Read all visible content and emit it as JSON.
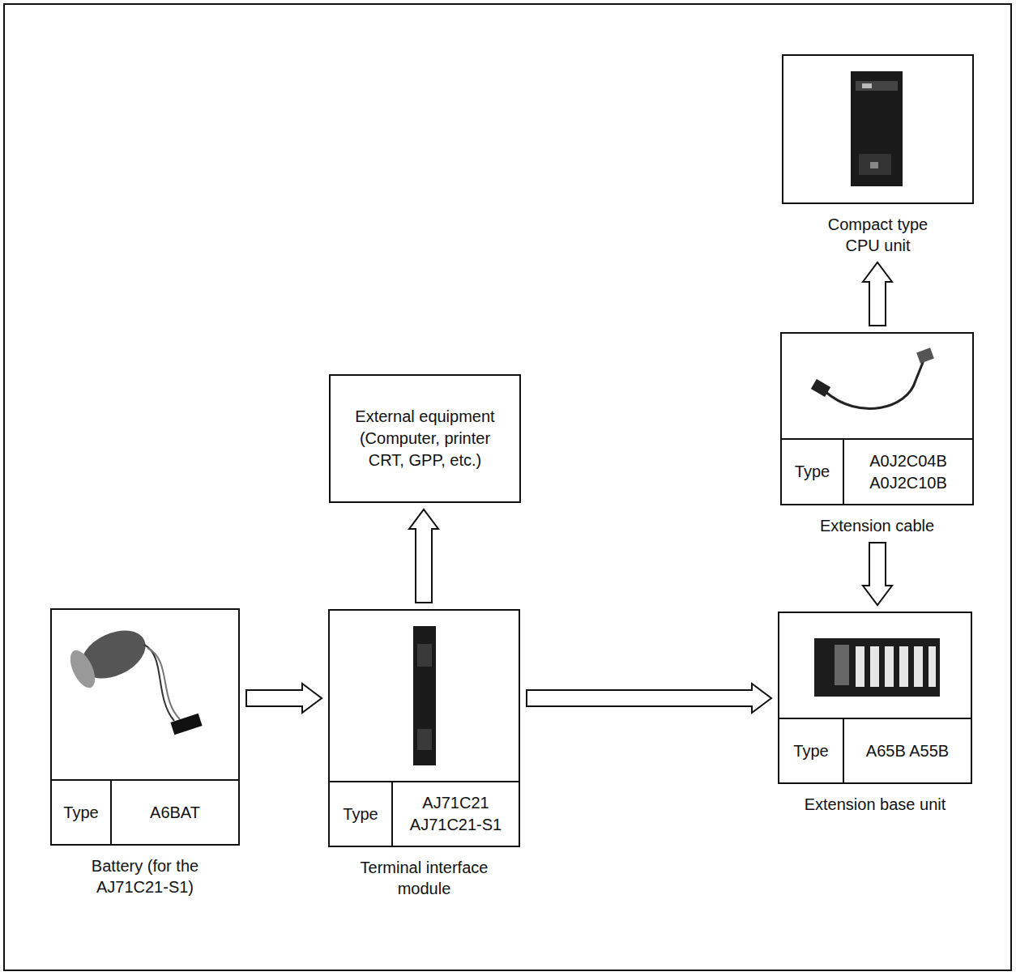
{
  "diagram": {
    "nodes": [
      {
        "text": [
          "Compact type CPU unit"
        ]
      },
      {
        "text": [
          "Type",
          "A0J2C04B A0J2C10B",
          "Extension cable"
        ]
      },
      {
        "text": [
          "External equipment (Computer, printer CRT, GPP, etc.)"
        ]
      },
      {
        "text": [
          "Type",
          "A6BAT",
          "Battery (for the AJ71C21-S1)"
        ]
      },
      {
        "text": [
          "Type",
          "AJ71C21 AJ71C21-S1",
          "Terminal interface module"
        ]
      },
      {
        "text": [
          "Type",
          "A65B A55B",
          "Extension base unit"
        ]
      }
    ],
    "edges": [
      {
        "from": 1,
        "to": 0,
        "arrow": "to"
      },
      {
        "from": 4,
        "to": 2,
        "arrow": "to"
      },
      {
        "from": 3,
        "to": 4,
        "arrow": "to"
      },
      {
        "from": 4,
        "to": 5,
        "arrow": "to"
      },
      {
        "from": 1,
        "to": 5,
        "arrow": "to"
      }
    ]
  }
}
